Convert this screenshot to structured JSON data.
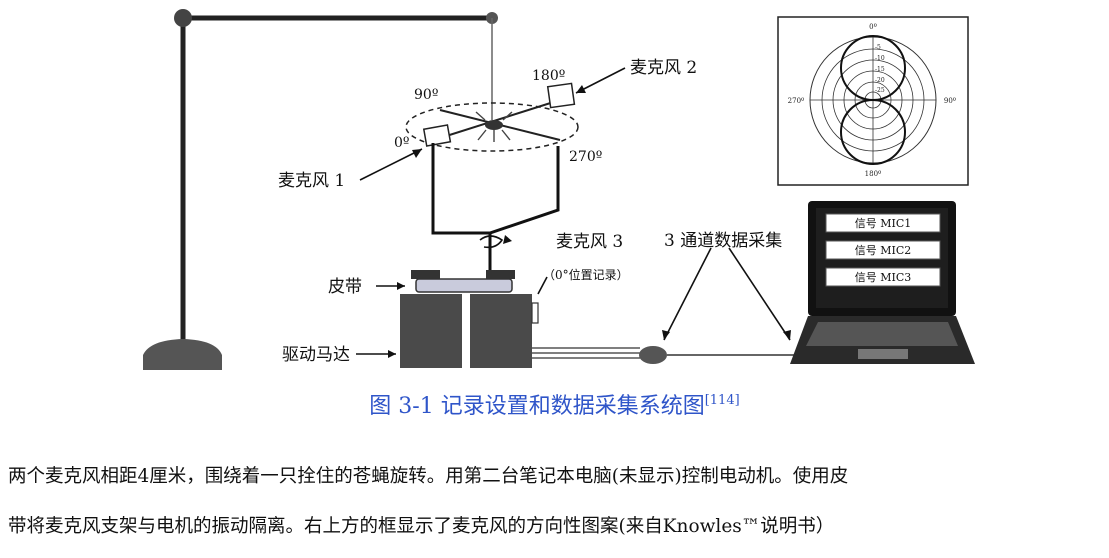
{
  "figure": {
    "labels": {
      "mic1": "麦克风 1",
      "mic2": "麦克风 2",
      "mic3": "麦克风 3",
      "mic3_note": "（0°位置记录）",
      "belt": "皮带",
      "motor": "驱动马达",
      "daq": "3 通道数据采集",
      "angle_0": "0º",
      "angle_90": "90º",
      "angle_180": "180º",
      "angle_270": "270º"
    },
    "laptop_signals": [
      "信号 MIC1",
      "信号 MIC2",
      "信号 MIC3"
    ],
    "polar_labels": {
      "top": "0º",
      "bottom": "180º",
      "left": "270º",
      "right": "90º",
      "rings": [
        "-5",
        "-10",
        "-15",
        "-20",
        "-25"
      ]
    }
  },
  "caption": {
    "text": "图  3-1  记录设置和数据采集系统图",
    "ref": "[114]"
  },
  "body": {
    "line1": "两个麦克风相距4厘米，围绕着一只拴住的苍蝇旋转。用第二台笔记本电脑(未显示)控制电动机。使用皮",
    "line2": "带将麦克风支架与电机的振动隔离。右上方的框显示了麦克风的方向性图案(来自Knowles™说明书）"
  }
}
